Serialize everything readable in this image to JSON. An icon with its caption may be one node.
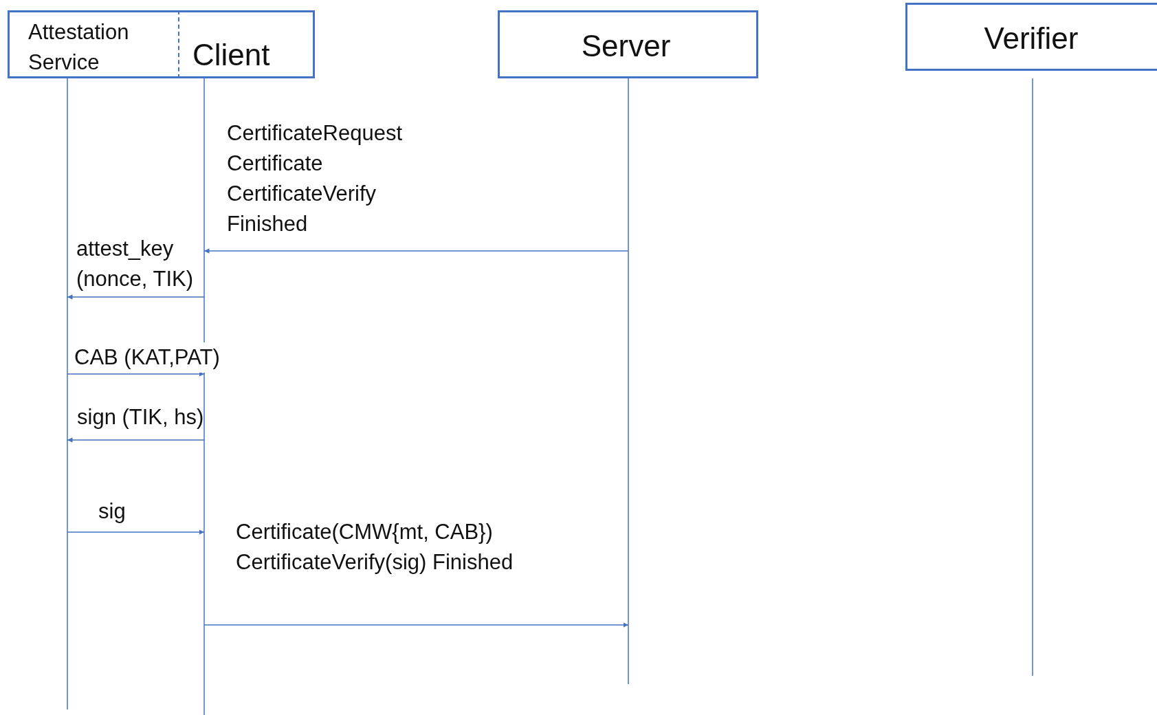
{
  "diagram": {
    "nodes": [
      {
        "text": [
          "Attestation Service"
        ]
      },
      {
        "text": [
          "Client"
        ]
      },
      {
        "text": [
          "Server"
        ]
      },
      {
        "text": [
          "Verifier"
        ]
      }
    ],
    "edges": [
      {
        "from": 2,
        "to": 1,
        "arrow": "to",
        "label": "CertificateRequest Certificate CertificateVerify Finished"
      },
      {
        "from": 1,
        "to": 0,
        "arrow": "to",
        "label": "attest_key (nonce, TIK)"
      },
      {
        "from": 0,
        "to": 1,
        "arrow": "to",
        "label": "CAB (KAT,PAT)"
      },
      {
        "from": 1,
        "to": 0,
        "arrow": "to",
        "label": "sign (TIK, hs)"
      },
      {
        "from": 0,
        "to": 1,
        "arrow": "to",
        "label": "sig"
      },
      {
        "from": 1,
        "to": 2,
        "arrow": "to",
        "label": "Certificate(CMW{mt, CAB}) CertificateVerify(sig) Finished"
      }
    ]
  }
}
